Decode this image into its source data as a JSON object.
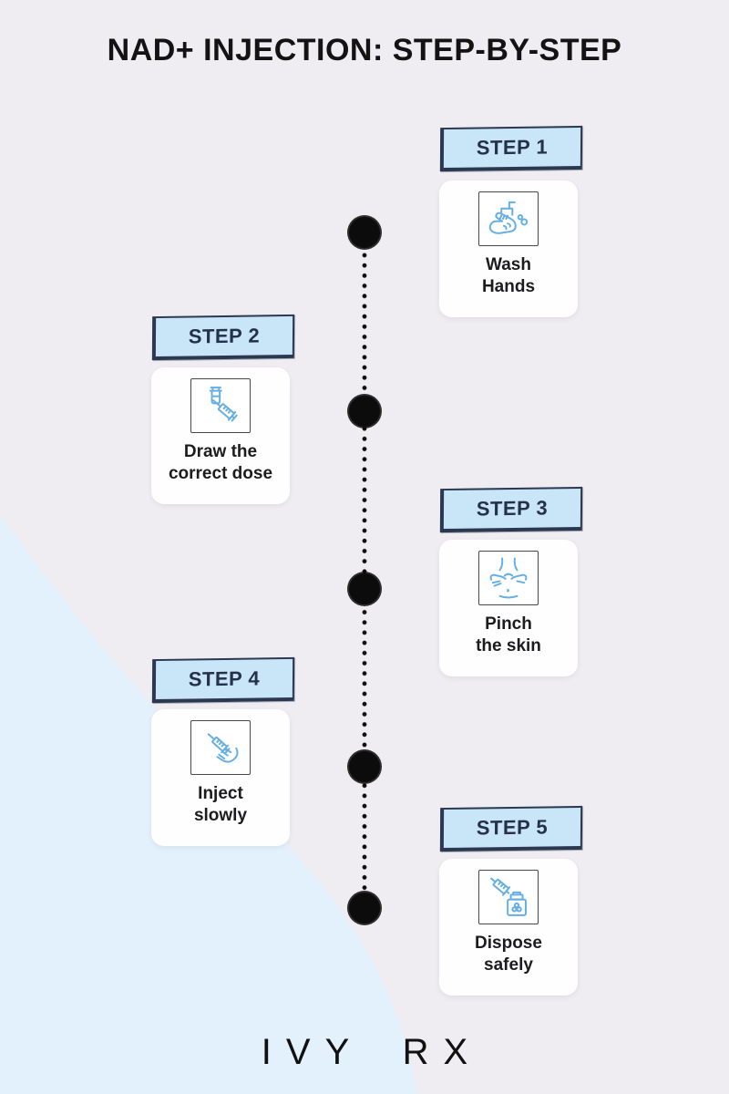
{
  "title": "NAD+ INJECTION: STEP-BY-STEP",
  "steps": [
    {
      "label": "STEP 1",
      "icon": "wash-hands-icon",
      "caption": {
        "line1": "Wash",
        "line2": "Hands"
      },
      "side": "right"
    },
    {
      "label": "STEP 2",
      "icon": "vial-syringe-icon",
      "caption": {
        "line1": "Draw the",
        "line2": "correct dose"
      },
      "side": "left"
    },
    {
      "label": "STEP 3",
      "icon": "pinch-skin-icon",
      "caption": {
        "line1": "Pinch",
        "line2": "the skin"
      },
      "side": "right"
    },
    {
      "label": "STEP 4",
      "icon": "inject-syringe-icon",
      "caption": {
        "line1": "Inject",
        "line2": "slowly"
      },
      "side": "left"
    },
    {
      "label": "STEP 5",
      "icon": "dispose-syringe-icon",
      "caption": {
        "line1": "Dispose",
        "line2": "safely"
      },
      "side": "right"
    }
  ],
  "footer": {
    "logo": "IVY RX"
  },
  "colors": {
    "background": "#EFEDF2",
    "blob": "#E2F1FC",
    "banner_fill": "#C9E5F8",
    "banner_border": "#2C3850",
    "banner_text": "#25304B",
    "card_bg": "#FEFEFE",
    "caption_text": "#1C1C1E",
    "icon_stroke": "#66AFE3",
    "icon_box_border": "#47474C",
    "timeline": "#101010",
    "title_text": "#131313",
    "logo_text": "#111111"
  }
}
